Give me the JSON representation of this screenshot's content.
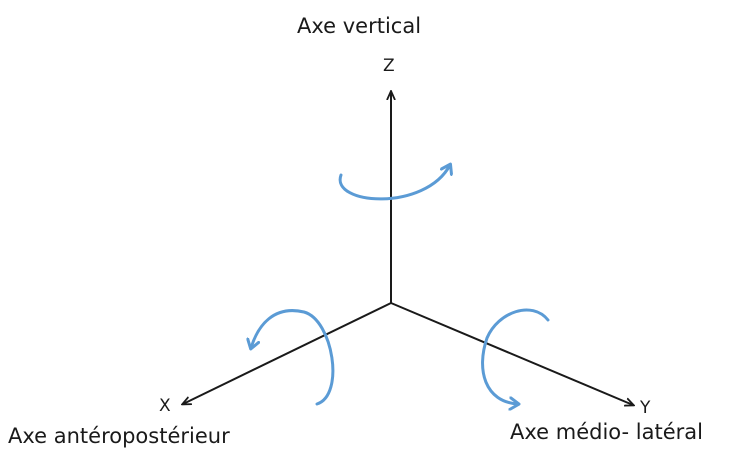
{
  "axes": {
    "vertical": {
      "name": "Axe vertical",
      "letter": "Z"
    },
    "anteroposterior": {
      "name": "Axe antéropostérieur",
      "letter": "X"
    },
    "mediolateral": {
      "name": "Axe médio- latéral",
      "letter": "Y"
    }
  },
  "colors": {
    "axis_line": "#1a1a1a",
    "rotation_arrow": "#5b9bd5",
    "text": "#1a1a1a"
  }
}
